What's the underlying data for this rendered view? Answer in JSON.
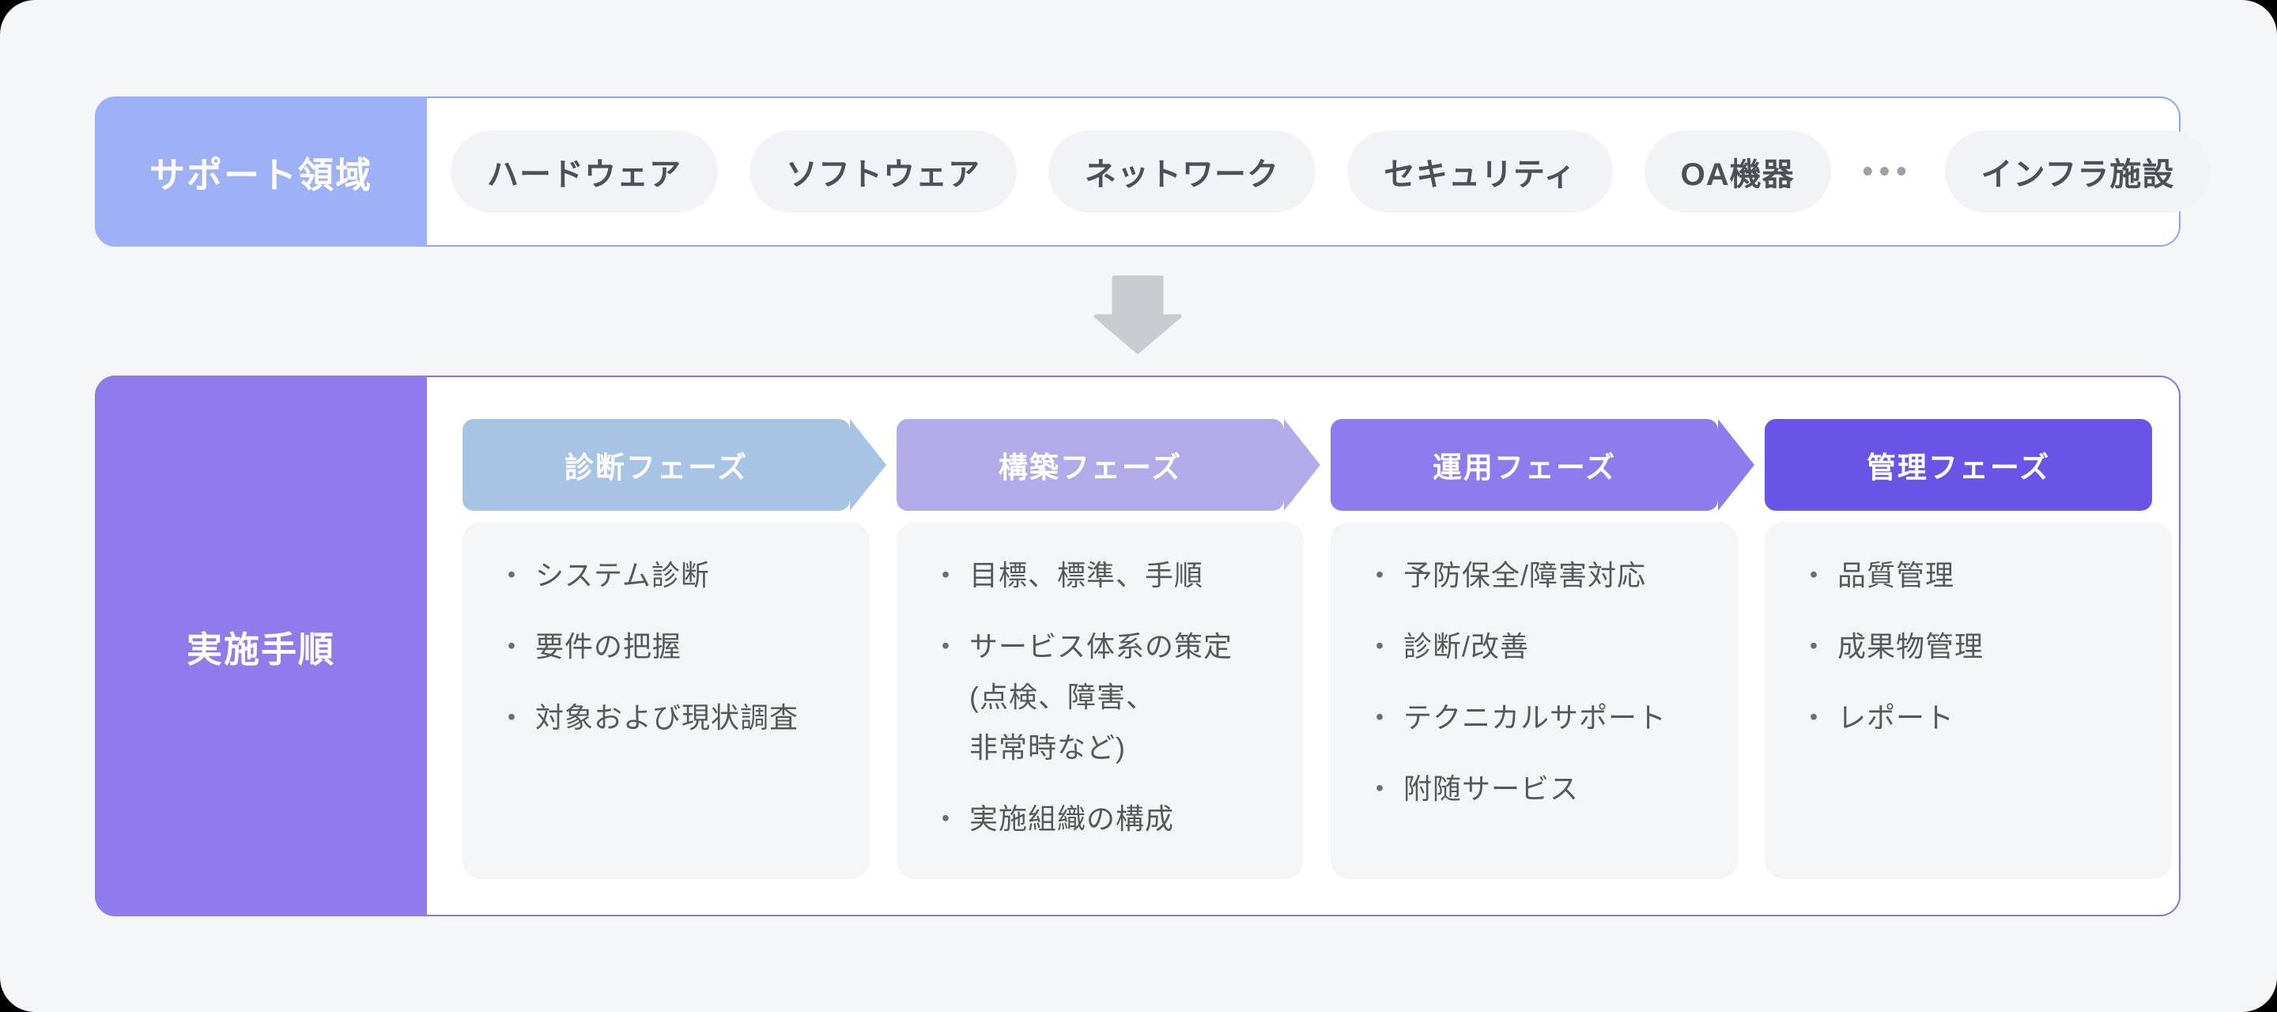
{
  "support": {
    "label": "サポート領域",
    "items": [
      {
        "type": "pill",
        "label": "ハードウェア"
      },
      {
        "type": "pill",
        "label": "ソフトウェア"
      },
      {
        "type": "pill",
        "label": "ネットワーク"
      },
      {
        "type": "pill",
        "label": "セキュリティ"
      },
      {
        "type": "pill",
        "label": "OA機器"
      },
      {
        "type": "dots",
        "label": "•••"
      },
      {
        "type": "pill",
        "label": "インフラ施設"
      }
    ],
    "label_bg": "#9EB1F6",
    "border_color": "#92A5EF",
    "pill_bg": "#F1F3F6"
  },
  "flow_arrow": {
    "icon": "down-arrow-icon",
    "color": "#C9CBD0"
  },
  "procedure": {
    "label": "実施手順",
    "label_bg": "#8F7BEB",
    "border_color": "#8A70E9",
    "bullet": "・",
    "phases": [
      {
        "title": "診断フェーズ",
        "color": "#A7C4E5",
        "has_arrow": true,
        "items": [
          "システム診断",
          "要件の把握",
          "対象および現状調査"
        ]
      },
      {
        "title": "構築フェーズ",
        "color": "#B2ABE9",
        "has_arrow": true,
        "items": [
          "目標、標準、手順",
          "サービス体系の策定\n(点検、障害、\n非常時など)",
          "実施組織の構成"
        ]
      },
      {
        "title": "運用フェーズ",
        "color": "#8E7CEF",
        "has_arrow": true,
        "items": [
          "予防保全/障害対応",
          "診断/改善",
          "テクニカルサポート",
          "附随サービス"
        ]
      },
      {
        "title": "管理フェーズ",
        "color": "#6854E6",
        "has_arrow": false,
        "items": [
          "品質管理",
          "成果物管理",
          "レポート"
        ]
      }
    ]
  },
  "colors": {
    "page_bg": "#F5F6F8",
    "card_bg": "#F4F5F7",
    "body_text": "#56585D",
    "pill_text": "#4D5056"
  }
}
